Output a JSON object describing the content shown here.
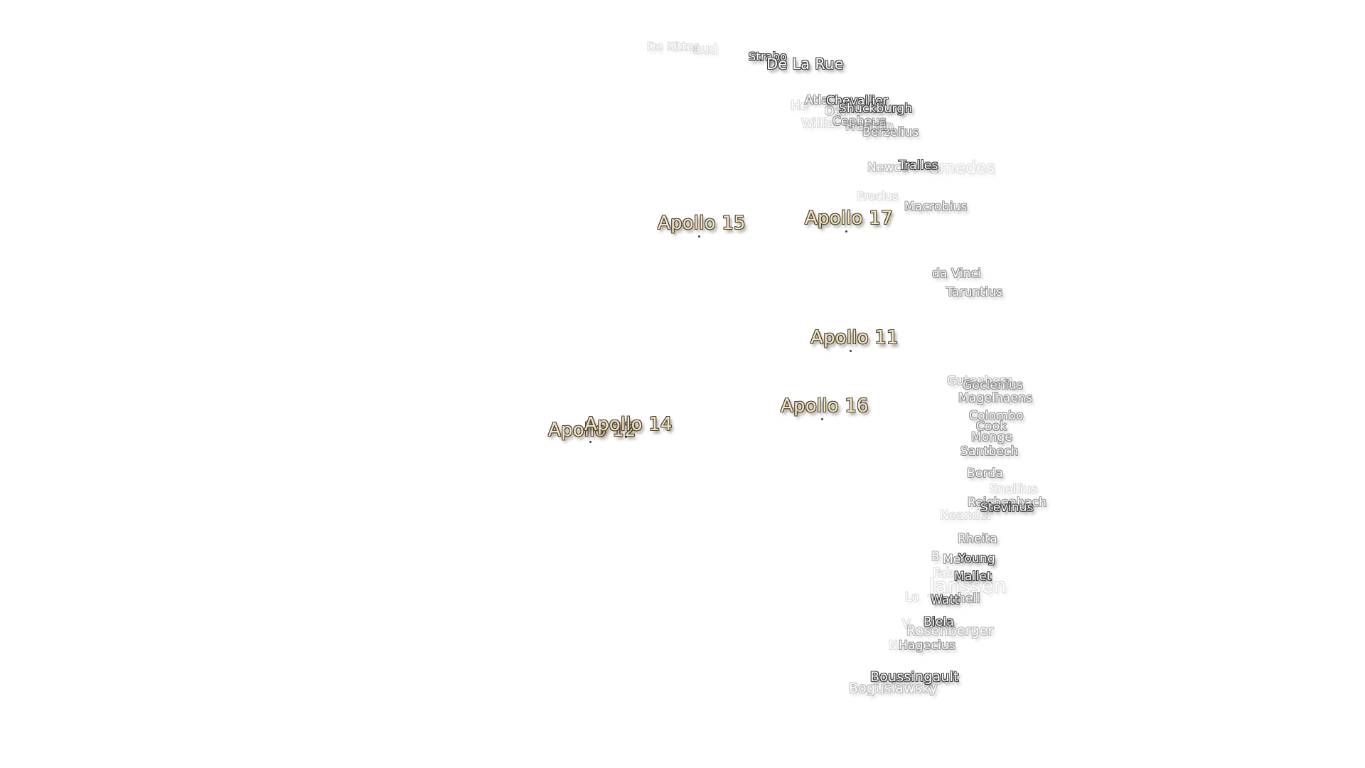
{
  "map": {
    "apollo_sites": [
      {
        "id": "a15",
        "label": "Apollo 15"
      },
      {
        "id": "a17",
        "label": "Apollo 17"
      },
      {
        "id": "a11",
        "label": "Apollo 11"
      },
      {
        "id": "a16",
        "label": "Apollo 16"
      },
      {
        "id": "a14",
        "label": "Apollo 14"
      },
      {
        "id": "a12",
        "label": "Apollo 12"
      }
    ],
    "craters": {
      "de_sitter": "De Sitter",
      "thiessen_partial": "aud",
      "strabo": "Strabo",
      "de_la_rue": "De La Rue",
      "hercules": "He",
      "atlas": "Atla",
      "chevallier": "Chevallier",
      "oersted": "Oe",
      "shuckburgh": "Shuckburgh",
      "williams": "Willia",
      "cepheus": "Cepheus",
      "franklin": "Franklin",
      "berzelius": "Berzelius",
      "newcomb": "Newco",
      "proclus_partial": "omedes",
      "tralles": "Tralles",
      "proclus": "Proclus",
      "macrobius": "Macrobius",
      "da_vinci": "da Vinci",
      "taruntius": "Taruntius",
      "gutenberg": "Gutenberg",
      "goclenius": "Goclenius",
      "magelhaens": "Magelhaens",
      "colombo": "Colombo",
      "cook": "Cook",
      "monge": "Monge",
      "santbech": "Santbech",
      "borda": "Borda",
      "snellius": "Snellius",
      "reichenbach": "Reichenbach",
      "stevinus": "Stevinus",
      "neander": "Neander",
      "rheita": "Rheita",
      "brenner": "B",
      "metius": "Me",
      "young": "Young",
      "fabricius": "Fab",
      "mallet": "Mallet",
      "janssen": "Janssen",
      "lockyer": "Lo",
      "watt": "Watt",
      "steinheil": "hell",
      "biela": "Biela",
      "vega": "V",
      "rosenberger": "Rosenberger",
      "nearch": "N",
      "hagecius": "Hagecius",
      "boussingault": "Boussingault",
      "boguslawsky": "Boguslawsky"
    }
  }
}
